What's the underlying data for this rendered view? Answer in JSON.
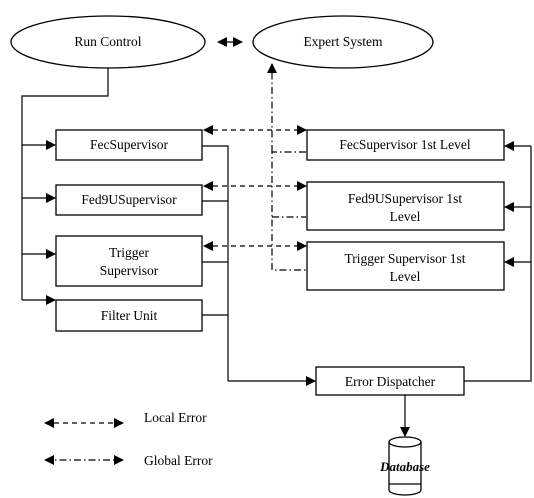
{
  "nodes": {
    "run_control": "Run Control",
    "expert_system": "Expert System",
    "fec_supervisor": "FecSupervisor",
    "fed9u_supervisor": "Fed9USupervisor",
    "trigger_supervisor": [
      "Trigger",
      "Supervisor"
    ],
    "filter_unit": "Filter Unit",
    "fec_first_level": "FecSupervisor 1st Level",
    "fed9u_first_level": [
      "Fed9USupervisor 1st",
      "Level"
    ],
    "trigger_first_level": [
      "Trigger Supervisor 1st",
      "Level"
    ],
    "error_dispatcher": "Error Dispatcher",
    "database": "Database"
  },
  "legend": {
    "local_error": "Local Error",
    "global_error": "Global Error"
  }
}
